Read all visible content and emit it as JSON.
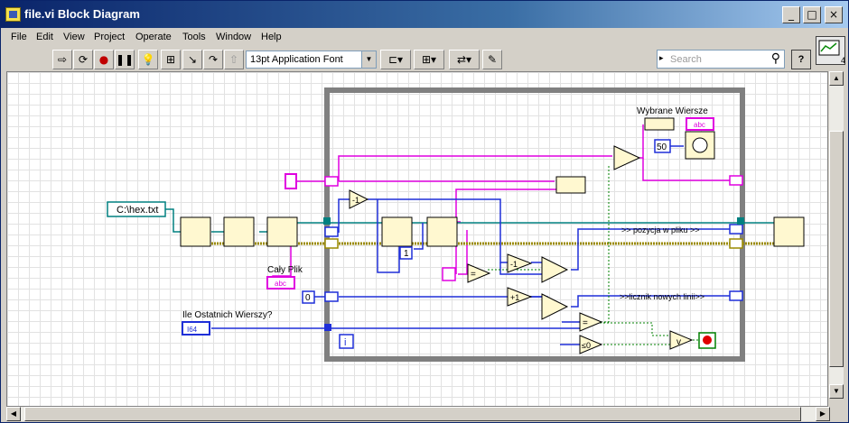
{
  "window": {
    "title": "file.vi Block Diagram"
  },
  "menu": [
    "File",
    "Edit",
    "View",
    "Project",
    "Operate",
    "Tools",
    "Window",
    "Help"
  ],
  "toolbar": {
    "font": "13pt Application Font",
    "search_placeholder": "Search",
    "help": "?"
  },
  "vi_icon": {
    "terminal_count": "4"
  },
  "diagram": {
    "path_constant": "C:\\hex.txt",
    "label_caly_plik": "Cały Plik",
    "label_wybrane": "Wybrane Wiersze",
    "label_ile": "Ile Ostatnich Wierszy?",
    "tunnel_pozycja": ">> pozycja w pliku >>",
    "tunnel_licznik": ">>licznik nowych linii>>",
    "const_zero": "0",
    "const_one": "1",
    "const_fifty": "50",
    "i64": "I64",
    "loop_i": "i",
    "abc": "abc",
    "minus_one": "-1",
    "plus_one": "+1",
    "eq": "=",
    "le_zero": "≤0",
    "or": "v"
  }
}
